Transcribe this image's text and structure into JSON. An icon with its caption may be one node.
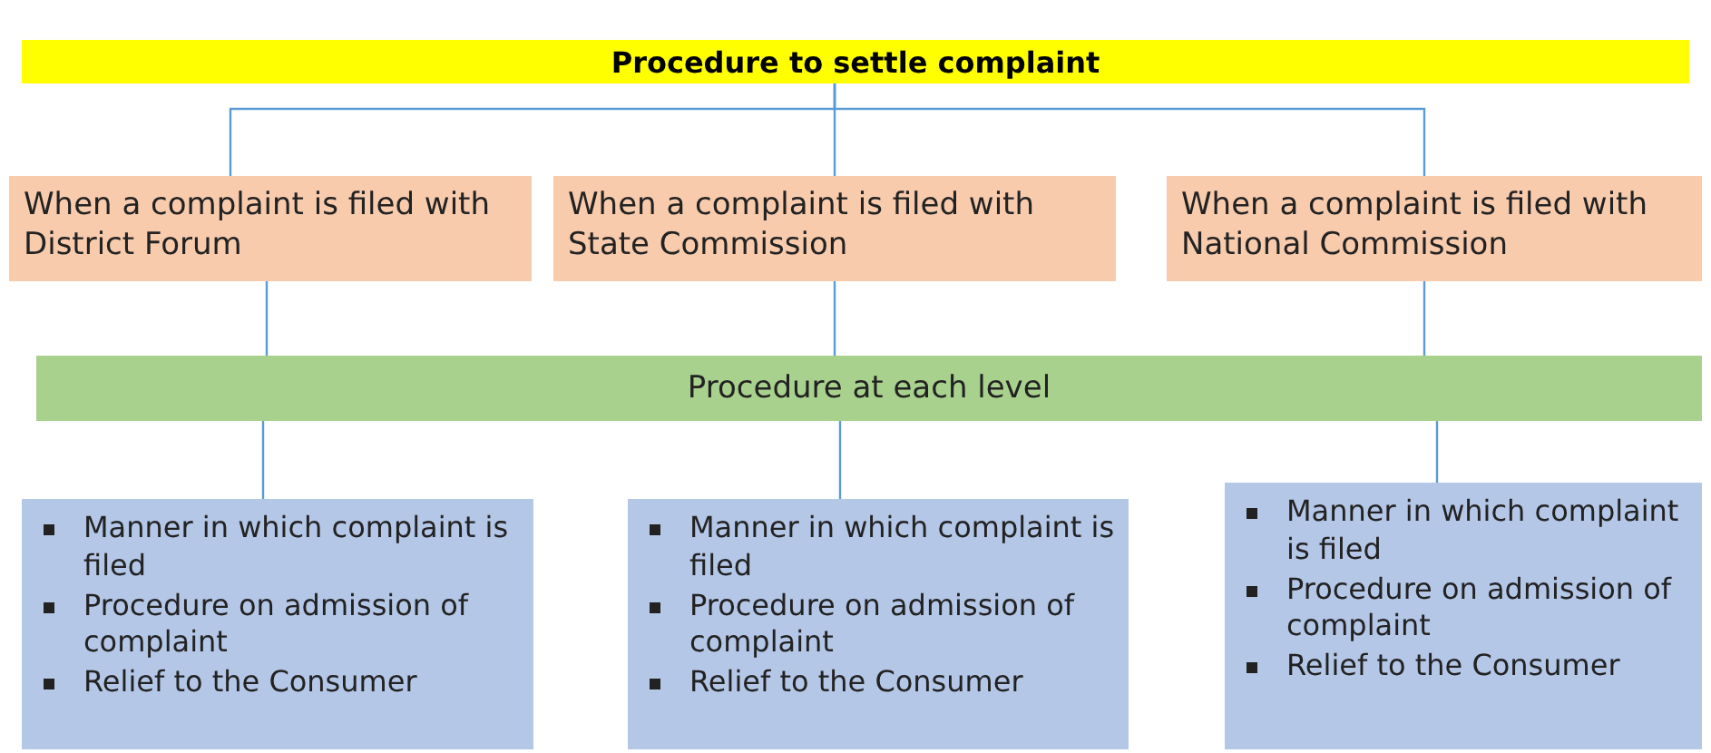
{
  "diagram": {
    "nodes": [
      {
        "text": [
          "Procedure to settle complaint"
        ]
      },
      {
        "text": [
          "When a complaint is filed with District Forum"
        ]
      },
      {
        "text": [
          "When a complaint is filed with State Commission"
        ]
      },
      {
        "text": [
          "When a complaint is filed with National Commission"
        ]
      },
      {
        "text": [
          "Procedure at each level"
        ]
      },
      {
        "text": [
          "Manner in which complaint is filed",
          "Procedure on admission of complaint",
          "Relief to the Consumer"
        ]
      },
      {
        "text": [
          "Manner in which complaint is filed",
          "Procedure on admission of complaint",
          "Relief to the Consumer"
        ]
      },
      {
        "text": [
          "Manner in which complaint is filed",
          "Procedure on admission of complaint",
          "Relief to the Consumer"
        ]
      }
    ],
    "edges": [
      {
        "from": 0,
        "to": 1,
        "arrow": "none"
      },
      {
        "from": 0,
        "to": 2,
        "arrow": "none"
      },
      {
        "from": 0,
        "to": 3,
        "arrow": "none"
      },
      {
        "from": 1,
        "to": 4,
        "arrow": "none"
      },
      {
        "from": 2,
        "to": 4,
        "arrow": "none"
      },
      {
        "from": 3,
        "to": 4,
        "arrow": "none"
      },
      {
        "from": 4,
        "to": 5,
        "arrow": "none"
      },
      {
        "from": 4,
        "to": 6,
        "arrow": "none"
      },
      {
        "from": 4,
        "to": 7,
        "arrow": "none"
      }
    ]
  }
}
